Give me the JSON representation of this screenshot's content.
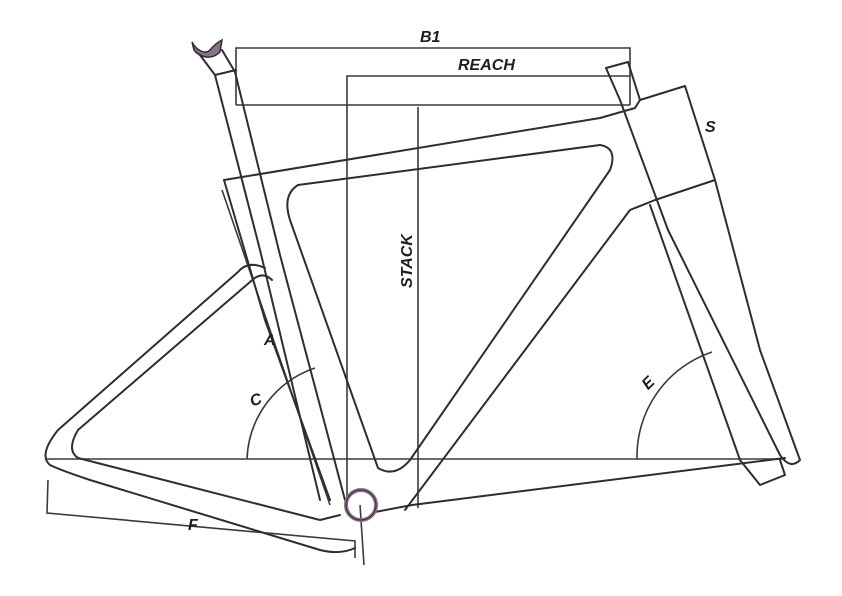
{
  "diagram": {
    "labels": {
      "b1": "B1",
      "reach": "REACH",
      "stack": "STACK",
      "s": "S",
      "a": "A",
      "c": "C",
      "e": "E",
      "f": "F"
    },
    "colors": {
      "line": "#2e2e2e",
      "accent": "#8a7088"
    }
  }
}
